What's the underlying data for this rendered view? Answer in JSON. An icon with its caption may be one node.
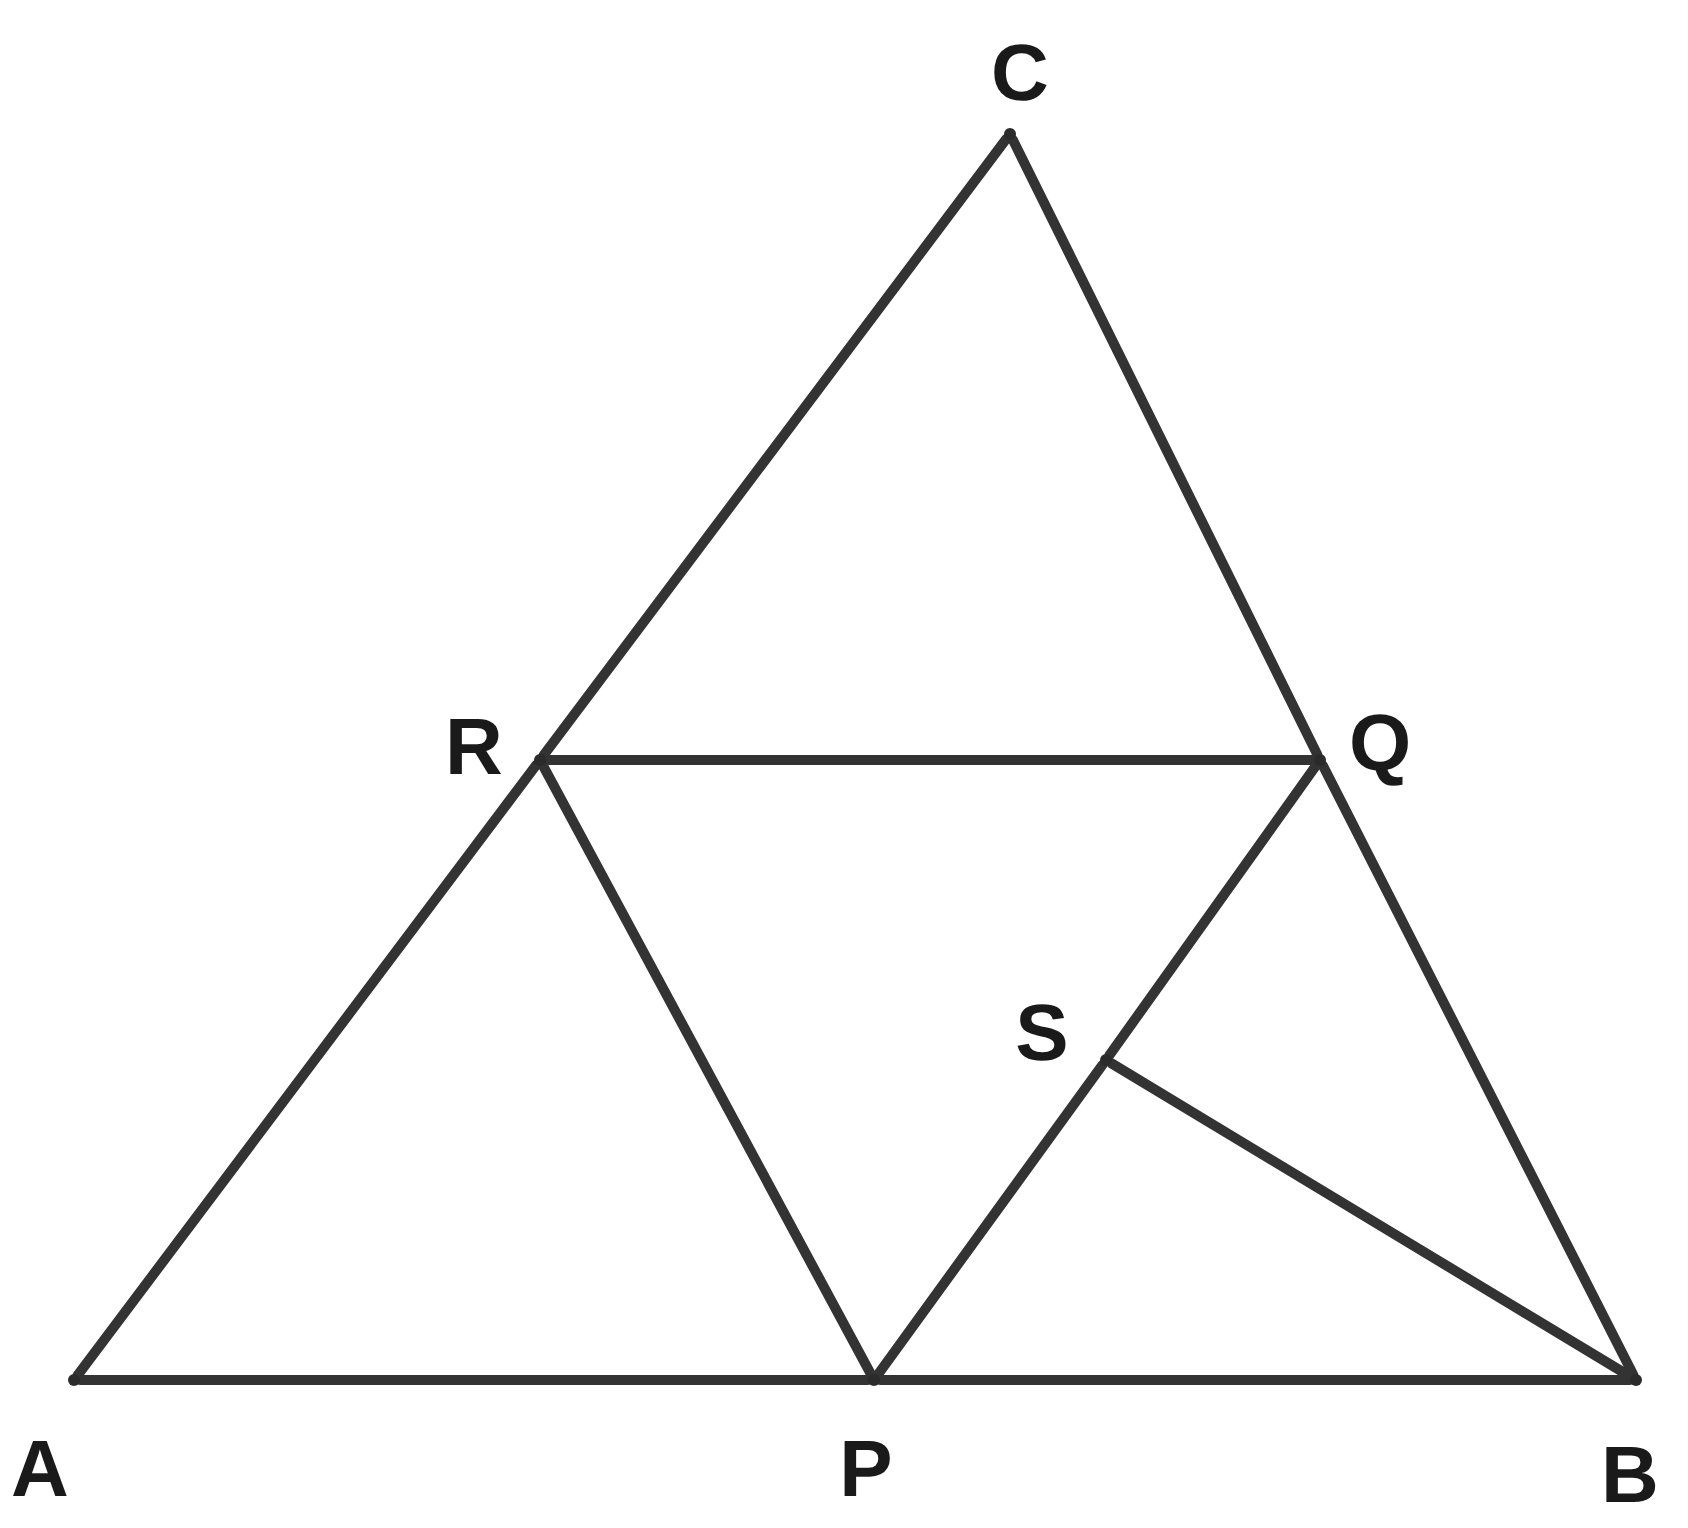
{
  "diagram": {
    "nodes": [
      {
        "text": [
          "C"
        ]
      },
      {
        "text": [
          "R"
        ]
      },
      {
        "text": [
          "Q"
        ]
      },
      {
        "text": [
          "S"
        ]
      },
      {
        "text": [
          "A"
        ]
      },
      {
        "text": [
          "P"
        ]
      },
      {
        "text": [
          "B"
        ]
      }
    ],
    "edges": [
      {
        "from": 4,
        "to": 5,
        "arrow": "none"
      },
      {
        "from": 5,
        "to": 6,
        "arrow": "none"
      },
      {
        "from": 4,
        "to": 1,
        "arrow": "none"
      },
      {
        "from": 1,
        "to": 0,
        "arrow": "none"
      },
      {
        "from": 0,
        "to": 2,
        "arrow": "none"
      },
      {
        "from": 2,
        "to": 6,
        "arrow": "none"
      },
      {
        "from": 1,
        "to": 2,
        "arrow": "none"
      },
      {
        "from": 1,
        "to": 5,
        "arrow": "none"
      },
      {
        "from": 5,
        "to": 3,
        "arrow": "none"
      },
      {
        "from": 3,
        "to": 2,
        "arrow": "none"
      },
      {
        "from": 3,
        "to": 6,
        "arrow": "none"
      }
    ]
  }
}
